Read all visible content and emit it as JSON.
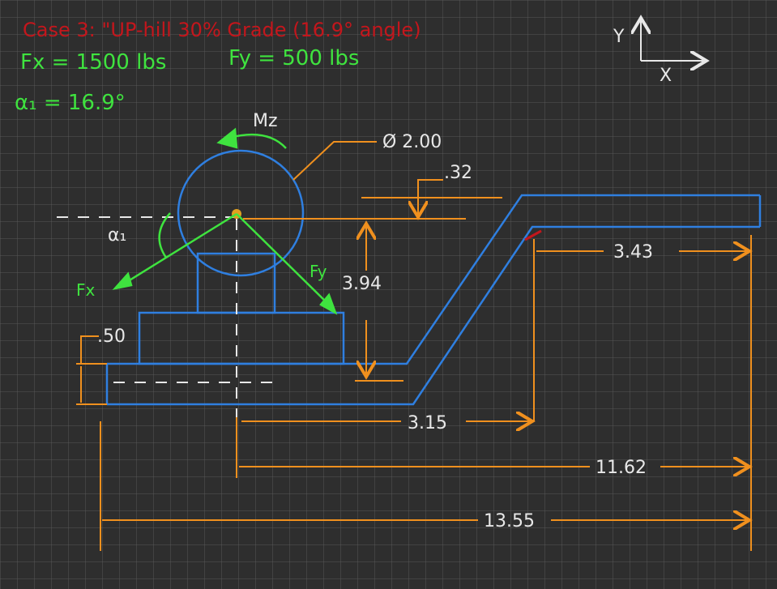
{
  "title": "Case 3: \"UP-hill 30% Grade (16.9° angle)",
  "forces": {
    "fx": "Fx = 1500 lbs",
    "fy": "Fy = 500 lbs",
    "alpha": "α₁ = 16.9°"
  },
  "labels": {
    "moment": "Mz",
    "fx_arrow": "Fx",
    "fy_arrow": "Fy",
    "alpha_marker": "α₁",
    "axis_y": "Y",
    "axis_x": "X"
  },
  "dimensions": {
    "diameter": "Ø 2.00",
    "offset_032": ".32",
    "height_394": "3.94",
    "thickness_050": ".50",
    "d_315": "3.15",
    "d_343": "3.43",
    "d_1162": "11.62",
    "d_1355": "13.55"
  },
  "colors": {
    "background": "#2e2e2e",
    "grid": "#5a5a5a",
    "title": "#c4161c",
    "forces": "#3fe33f",
    "dimensions": "#f0901e",
    "part_outline": "#2f7fe0",
    "axes": "#e8e8e8"
  }
}
